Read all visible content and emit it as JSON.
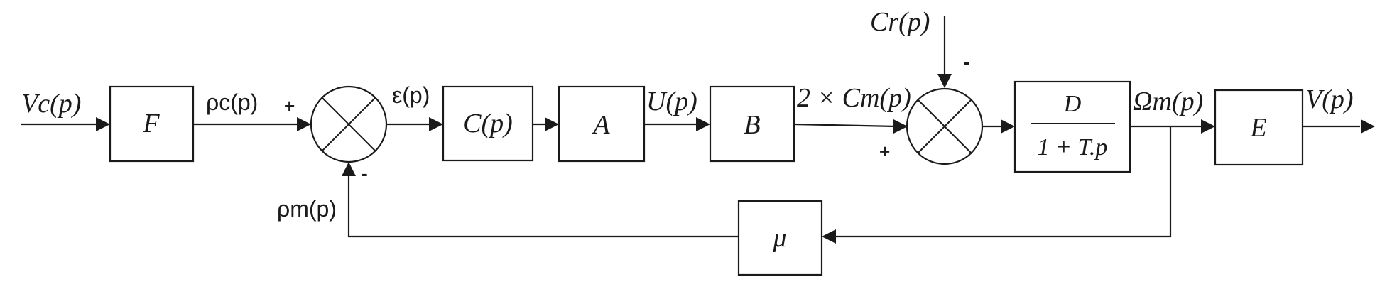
{
  "blocks": {
    "F": "F",
    "C": "C(p)",
    "A": "A",
    "B": "B",
    "D_num": "D",
    "D_den": "1 + T.p",
    "E": "E",
    "mu": "μ"
  },
  "signals": {
    "input": "Vc(p)",
    "rho_c": "ρc(p)",
    "epsilon": "ε(p)",
    "U": "U(p)",
    "torque_motor": "2 × Cm(p)",
    "torque_load": "Cr(p)",
    "omega": "Ωm(p)",
    "output": "V(p)",
    "rho_m": "ρm(p)"
  },
  "signs": {
    "sum1_plus": "+",
    "sum1_minus": "-",
    "sum2_plus": "+",
    "sum2_minus": "-"
  }
}
